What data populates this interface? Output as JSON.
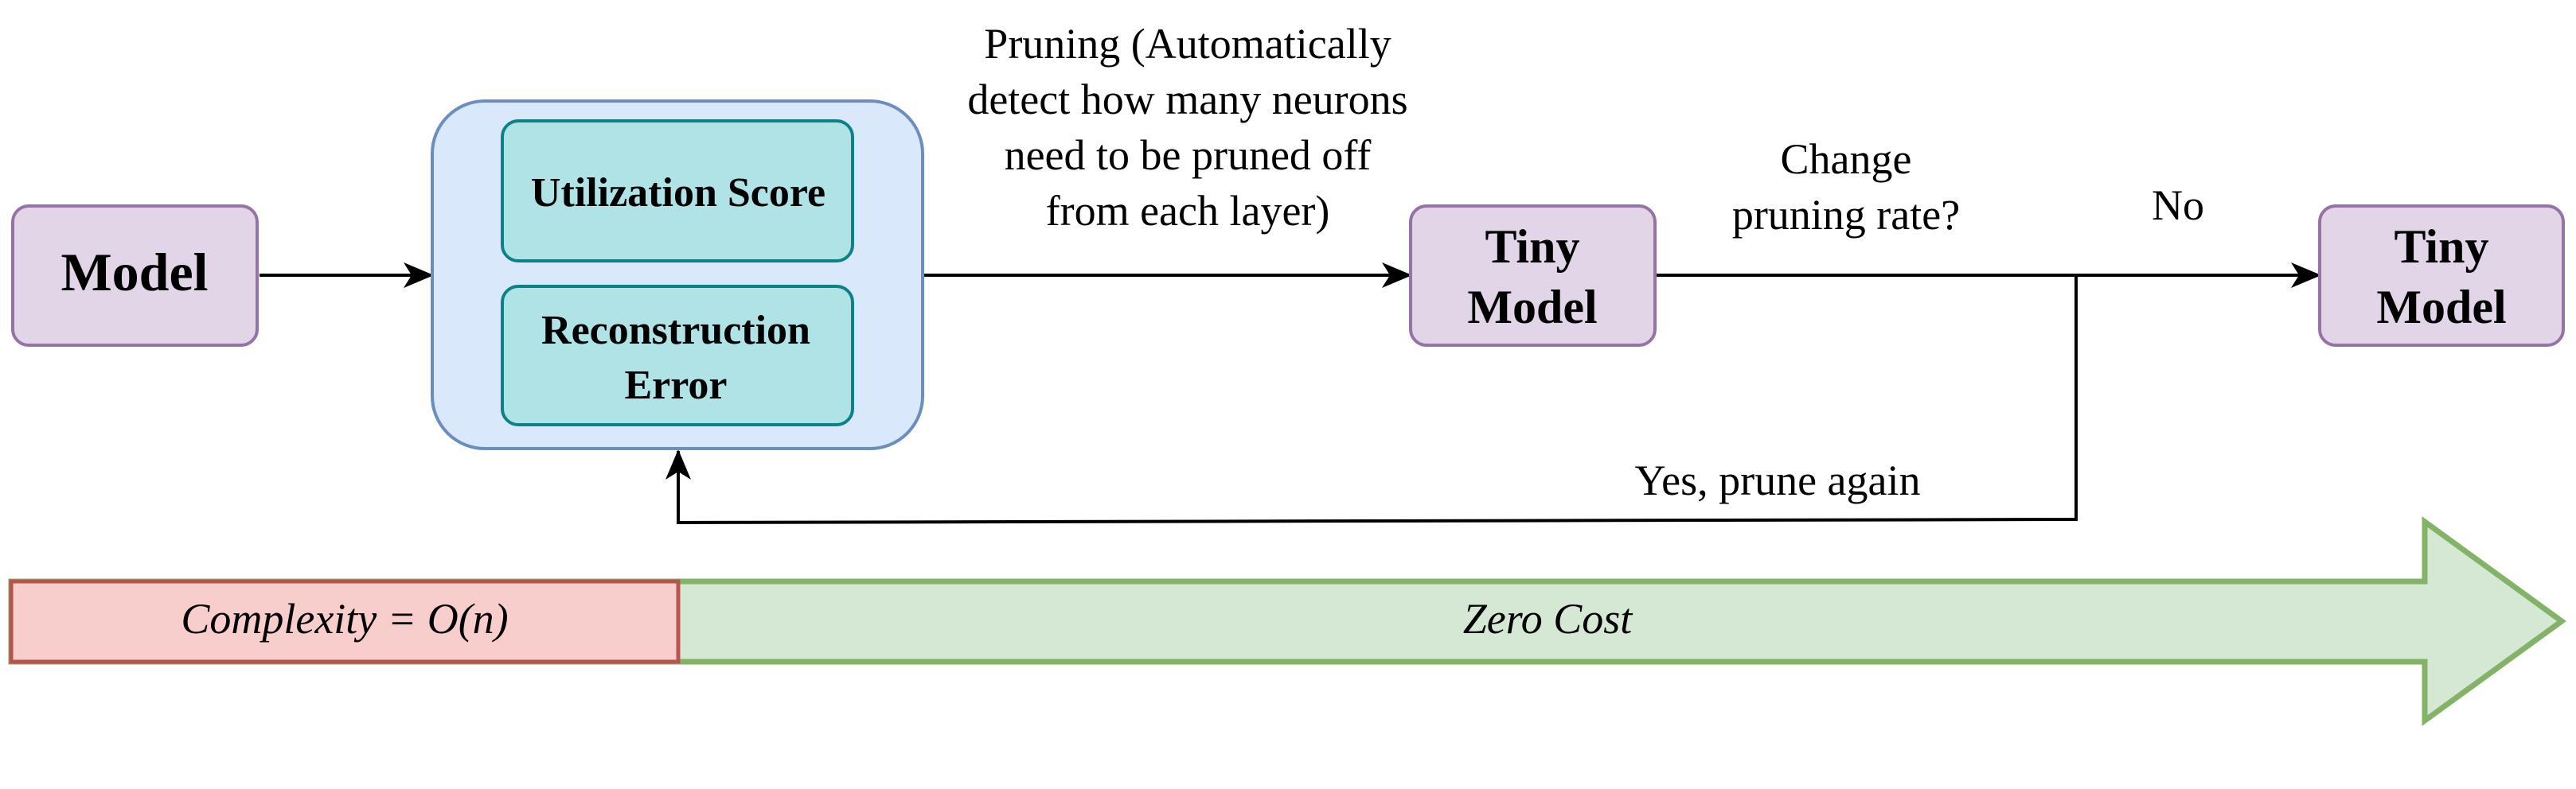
{
  "nodes": {
    "model": "Model",
    "utilization_score": "Utilization Score",
    "reconstruction_error_line1": "Reconstruction",
    "reconstruction_error_line2": "Error",
    "tiny_model_1_line1": "Tiny",
    "tiny_model_1_line2": "Model",
    "tiny_model_2_line1": "Tiny",
    "tiny_model_2_line2": "Model"
  },
  "edges": {
    "pruning_line1": "Pruning (Automatically",
    "pruning_line2": "detect how many neurons",
    "pruning_line3": "need to be pruned off",
    "pruning_line4": "from each layer)",
    "change_rate_line1": "Change",
    "change_rate_line2": "pruning rate?",
    "no": "No",
    "yes_prune_again": "Yes, prune again"
  },
  "cost_bar": {
    "complexity": "Complexity = O(n)",
    "zero_cost": "Zero Cost"
  },
  "colors": {
    "model_fill": "#e1d5e7",
    "model_stroke": "#9673a6",
    "group_fill": "#dae8fc",
    "group_stroke": "#6c8ebf",
    "metric_fill": "#b0e3e6",
    "metric_stroke": "#0e8088",
    "complexity_fill": "#f8cecc",
    "complexity_stroke": "#b85450",
    "zero_cost_fill": "#d5e8d4",
    "zero_cost_stroke": "#82b366",
    "line": "#000000"
  }
}
